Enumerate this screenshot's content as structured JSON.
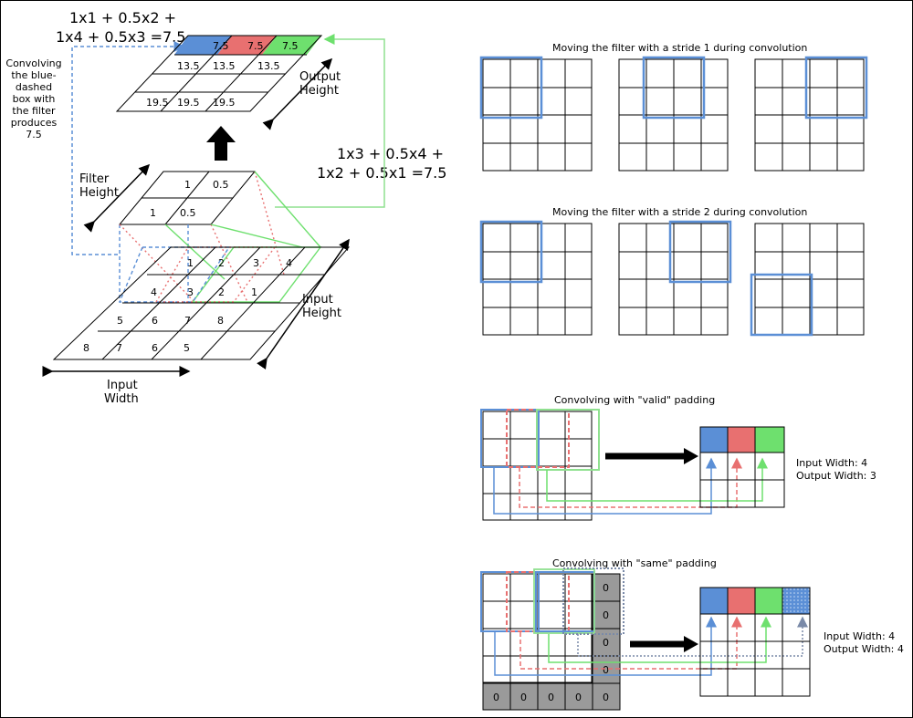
{
  "left": {
    "eq1_line1": "1x1 + 0.5x2 +",
    "eq1_line2": "1x4 + 0.5x3 =7.5",
    "eq2_line1": "1x3 + 0.5x4 +",
    "eq2_line2": "1x2 + 0.5x1 =7.5",
    "side_note": [
      "Convolving",
      "the blue-",
      "dashed",
      "box with",
      "the filter",
      "produces",
      "7.5"
    ],
    "output_height": [
      "Output",
      "Height"
    ],
    "filter_height": [
      "Filter",
      "Height"
    ],
    "input_height": [
      "Input",
      "Height"
    ],
    "input_width": [
      "Input",
      "Width"
    ],
    "output_rows": [
      [
        "7.5",
        "7.5",
        "7.5"
      ],
      [
        "13.5",
        "13.5",
        "13.5"
      ],
      [
        "19.5",
        "19.5",
        "19.5"
      ]
    ],
    "filter_rows": [
      [
        "1",
        "0.5"
      ],
      [
        "1",
        "0.5"
      ]
    ],
    "input_rows": [
      [
        "1",
        "2",
        "3",
        "4"
      ],
      [
        "4",
        "3",
        "2",
        "1"
      ],
      [
        "5",
        "6",
        "7",
        "8"
      ],
      [
        "8",
        "7",
        "6",
        "5"
      ]
    ]
  },
  "right": {
    "stride1_title": "Moving the filter with a stride 1 during convolution",
    "stride2_title": "Moving the filter with a stride 2 during convolution",
    "valid_title": "Convolving with \"valid\" padding",
    "same_title": "Convolving with \"same\" padding",
    "valid_info": [
      "Input Width: 4",
      "Output Width: 3"
    ],
    "same_info": [
      "Input Width: 4",
      "Output Width: 4"
    ],
    "pad_value": "0"
  },
  "colors": {
    "blue": "#5b8fd6",
    "red": "#e87070",
    "green": "#6ee06e",
    "light_green": "#8fe08f",
    "pad_gray": "#9a9a9a",
    "arrow": "#000000"
  }
}
